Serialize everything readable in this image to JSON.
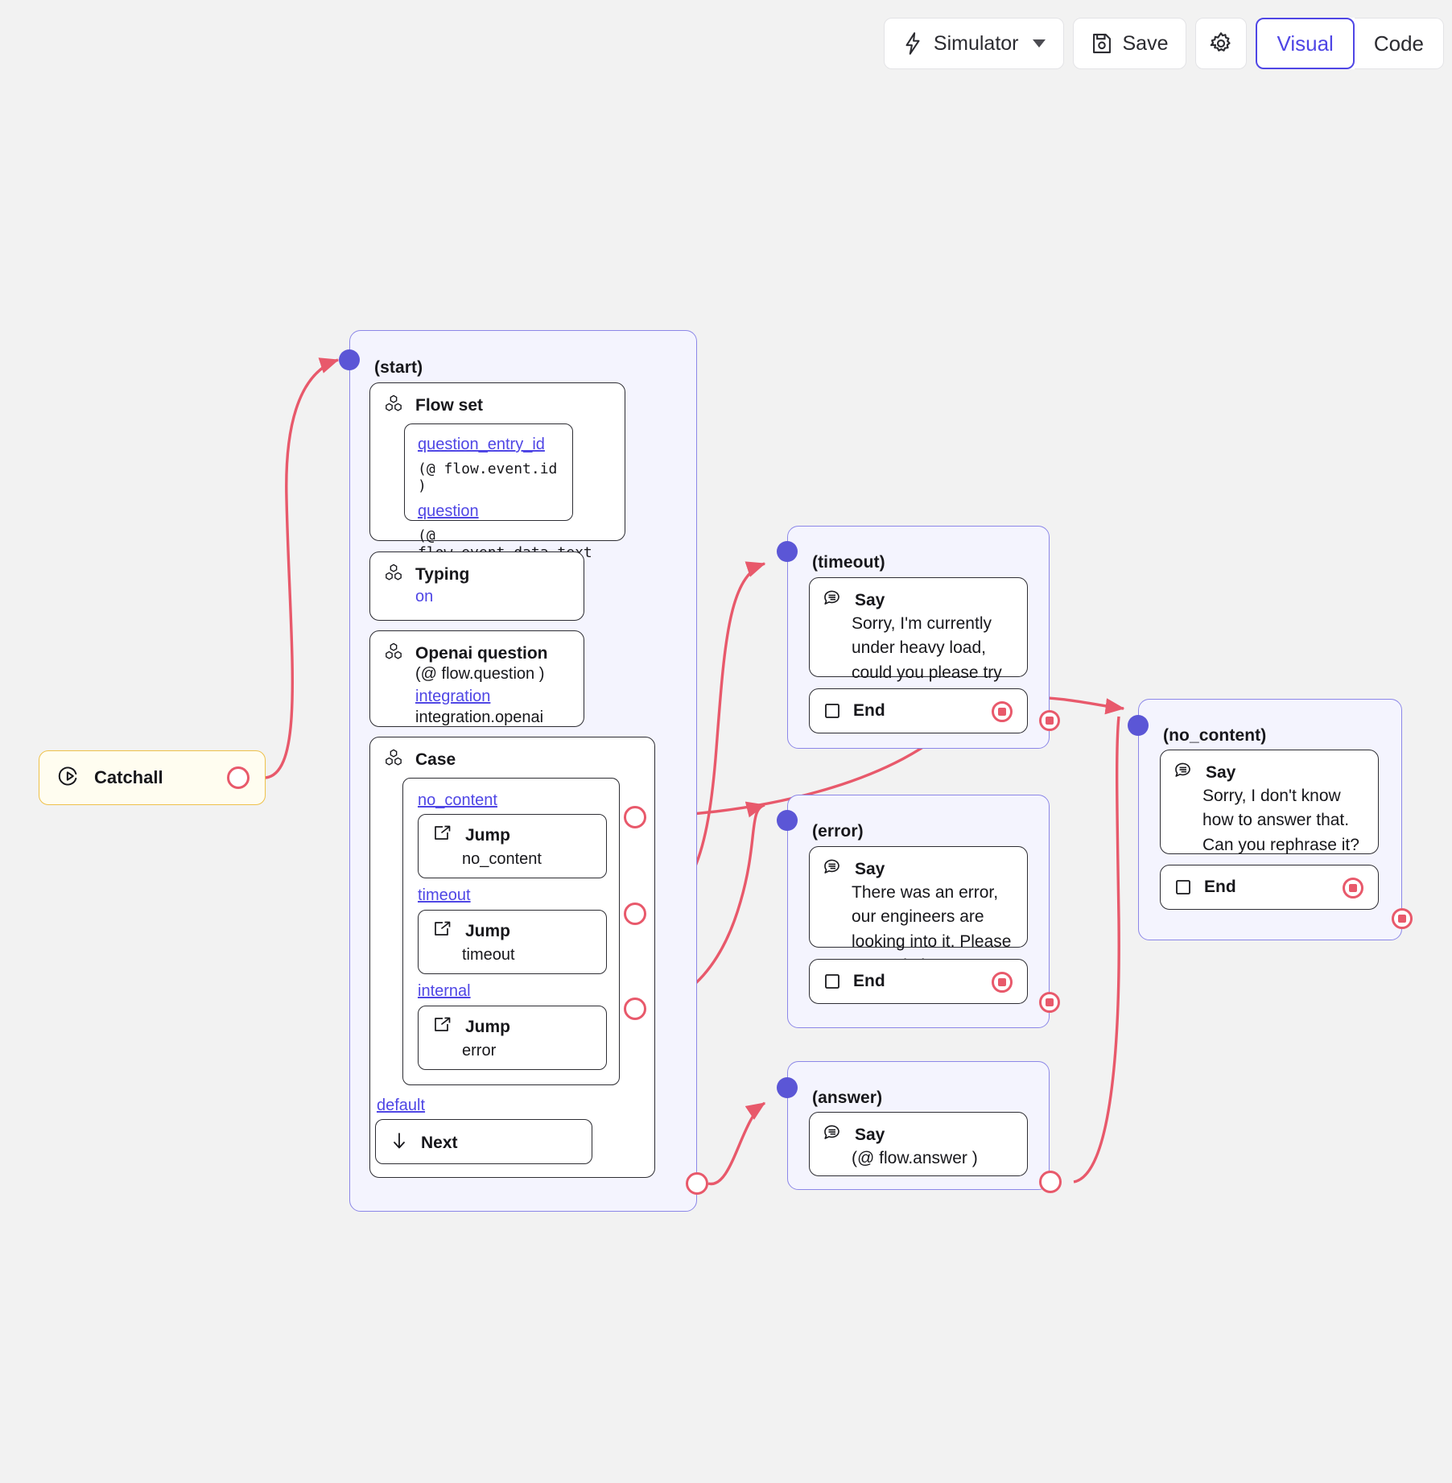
{
  "toolbar": {
    "simulator_label": "Simulator",
    "simulator_icon": "lightning-icon",
    "chevron_icon": "chevron-down-icon",
    "save_label": "Save",
    "save_icon": "floppy-disk-icon",
    "settings_icon": "gear-icon",
    "view_visual": "Visual",
    "view_code": "Code",
    "active_view": "Visual",
    "accent_color": "#4f46e5"
  },
  "colors": {
    "node_border": "#8c87e8",
    "node_bg": "#f4f4fe",
    "edge": "#e8596b",
    "port_in": "#5b56d6",
    "catchall_border": "#eec14a",
    "catchall_bg": "#fffdf0",
    "link": "#4f46e5"
  },
  "catchall": {
    "label": "Catchall",
    "icon": "play-circle-icon"
  },
  "start_node": {
    "title": "(start)",
    "flow_set": {
      "title": "Flow set",
      "icon": "blocks-icon",
      "pairs": [
        {
          "key": "question_entry_id",
          "value": "(@ flow.event.id )"
        },
        {
          "key": "question",
          "value": "(@ flow.event.data.text )"
        }
      ]
    },
    "typing": {
      "title": "Typing",
      "icon": "blocks-icon",
      "value": "on"
    },
    "openai_question": {
      "title": "Openai question",
      "icon": "blocks-icon",
      "expression": "(@ flow.question )",
      "key": "integration",
      "value": "integration.openai"
    },
    "case": {
      "title": "Case",
      "icon": "blocks-icon",
      "branches": [
        {
          "label": "no_content",
          "action": "Jump",
          "target": "no_content",
          "icon": "jump-icon"
        },
        {
          "label": "timeout",
          "action": "Jump",
          "target": "timeout",
          "icon": "jump-icon"
        },
        {
          "label": "internal",
          "action": "Jump",
          "target": "error",
          "icon": "jump-icon"
        }
      ],
      "default_label": "default",
      "default_action": "Next",
      "default_icon": "arrow-down-icon"
    }
  },
  "timeout_node": {
    "title": "(timeout)",
    "say": {
      "title": "Say",
      "icon": "speech-bubble-icon",
      "text": "Sorry, I'm currently under heavy load, could you please try again later?"
    },
    "end": {
      "label": "End",
      "icon": "square-icon"
    }
  },
  "error_node": {
    "title": "(error)",
    "say": {
      "title": "Say",
      "icon": "speech-bubble-icon",
      "text": "There was an error, our engineers are looking into it. Please try again later."
    },
    "end": {
      "label": "End",
      "icon": "square-icon"
    }
  },
  "no_content_node": {
    "title": "(no_content)",
    "say": {
      "title": "Say",
      "icon": "speech-bubble-icon",
      "text": "Sorry, I don't know how to answer that. Can you rephrase it?"
    },
    "end": {
      "label": "End",
      "icon": "square-icon"
    }
  },
  "answer_node": {
    "title": "(answer)",
    "say": {
      "title": "Say",
      "icon": "speech-bubble-icon",
      "text": "(@ flow.answer )"
    }
  }
}
